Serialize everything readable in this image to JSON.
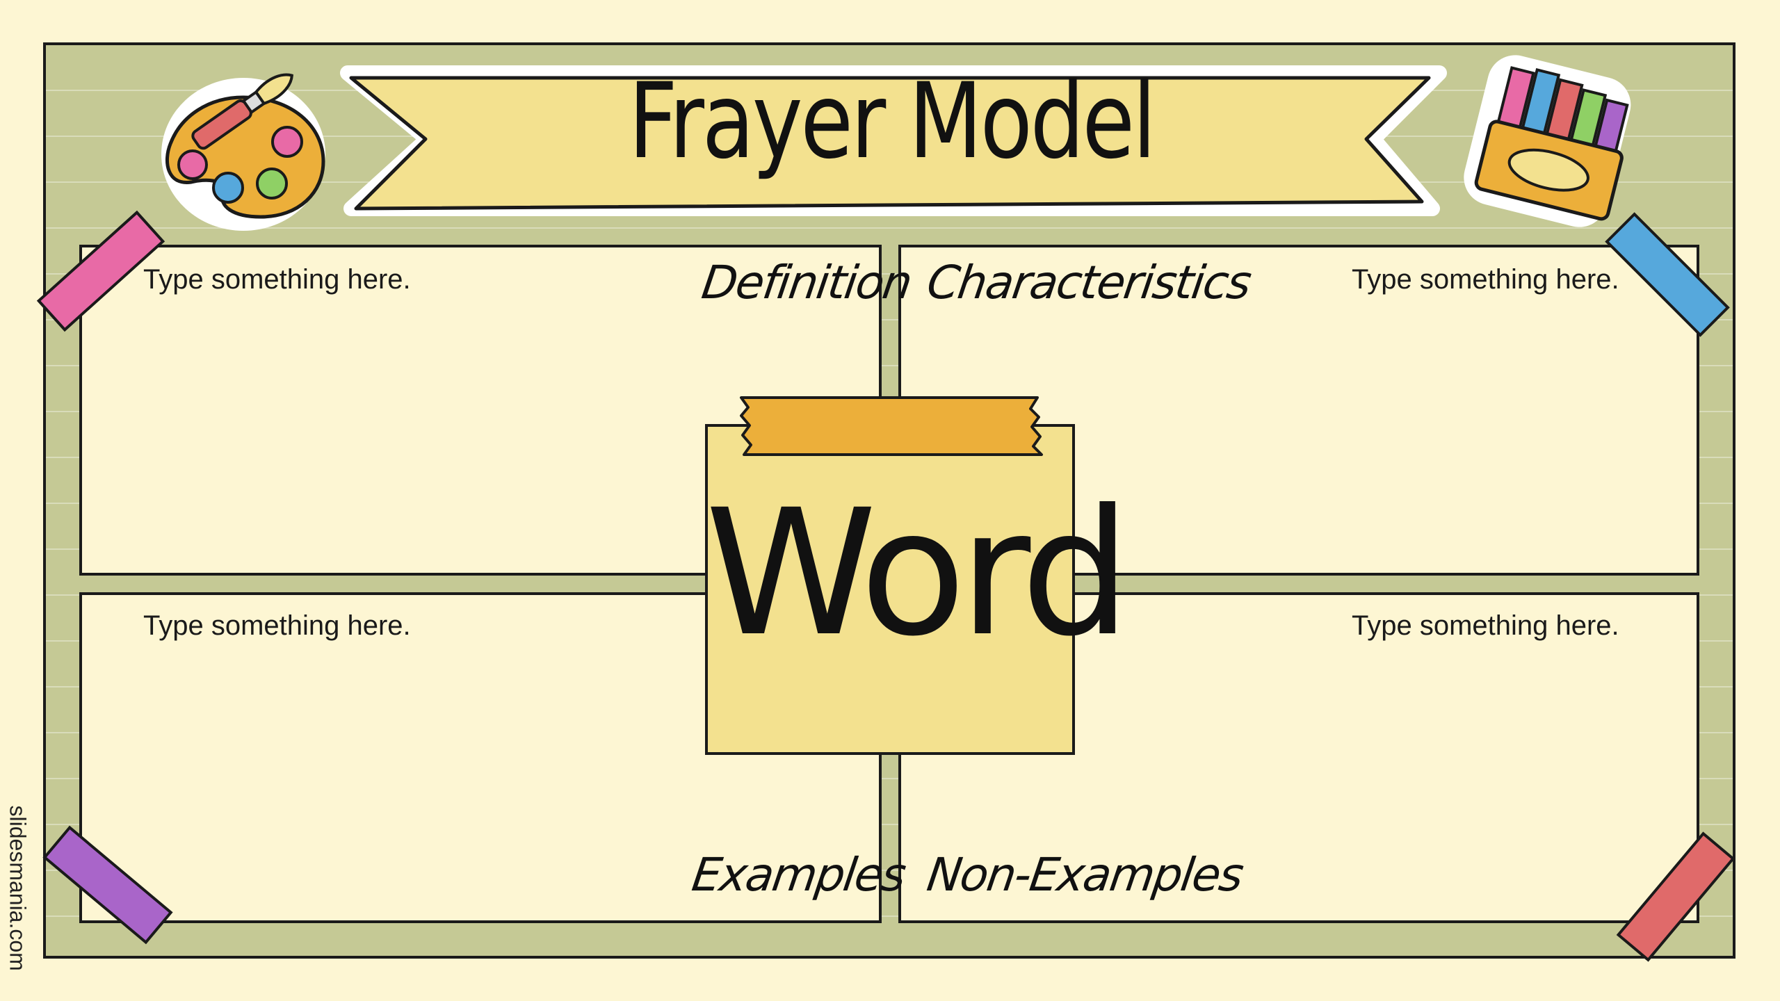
{
  "title": "Frayer Model",
  "center_word": "Word",
  "quadrants": {
    "definition": {
      "heading": "Definition",
      "placeholder": "Type something here."
    },
    "characteristics": {
      "heading": "Characteristics",
      "placeholder": "Type something here."
    },
    "examples": {
      "heading": "Examples",
      "placeholder": "Type something here."
    },
    "non_examples": {
      "heading": "Non-Examples",
      "placeholder": "Type something here."
    }
  },
  "watermark": "slidesmania.com",
  "colors": {
    "background": "#fdf6d3",
    "board": "#c5c995",
    "banner": "#f3e18f",
    "sticky_note": "#f3e18f",
    "note_tape": "#ecaf3a",
    "tape_pink": "#e86aa6",
    "tape_blue": "#56a8dc",
    "tape_purple": "#a965c9",
    "tape_red": "#e06a6a"
  },
  "icons": [
    "paint-palette-icon",
    "crayon-box-icon"
  ]
}
